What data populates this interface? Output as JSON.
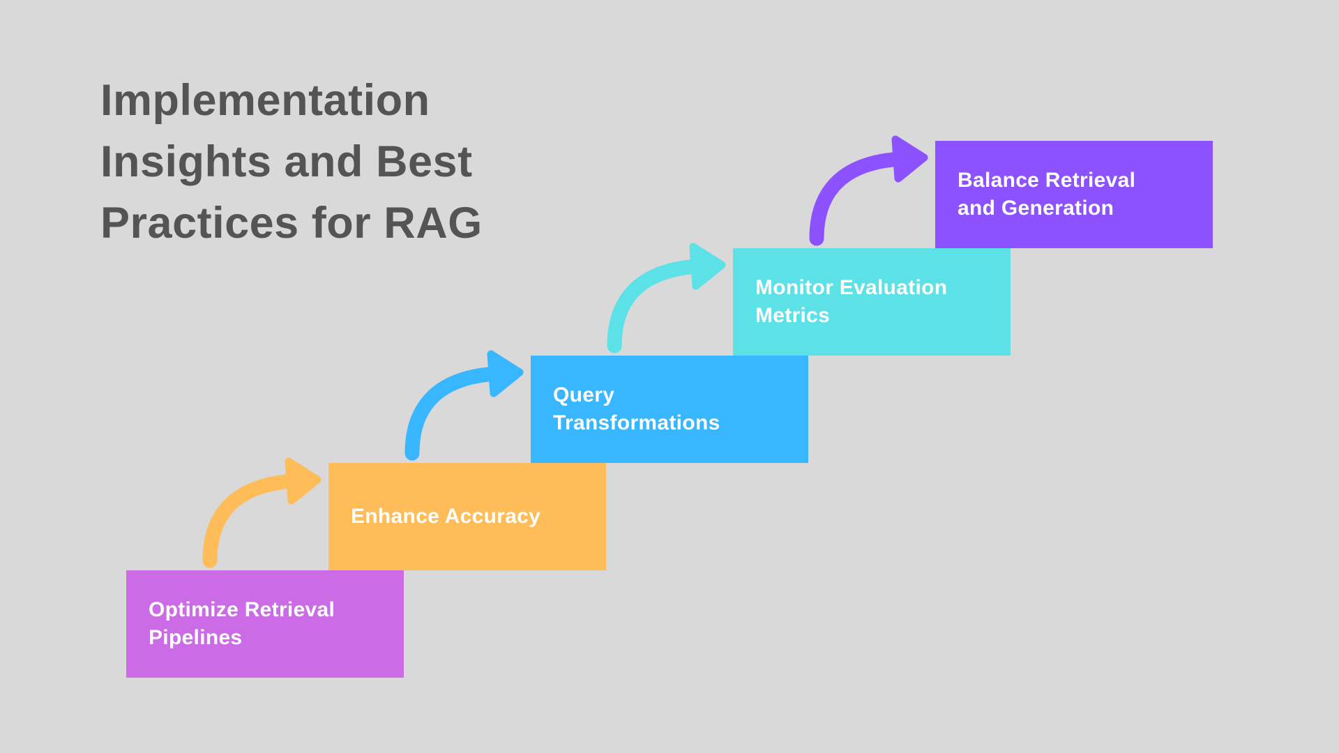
{
  "background_color": "#D9D9D9",
  "title": {
    "text": "Implementation\nInsights and Best\nPractices for RAG",
    "color": "#545454"
  },
  "label_text_color": "#FFFFFF",
  "steps": [
    {
      "label": "Optimize Retrieval\nPipelines",
      "color": "#CB6CE6"
    },
    {
      "label": "Enhance Accuracy",
      "color": "#FFBD59"
    },
    {
      "label": "Query\nTransformations",
      "color": "#38B6FF"
    },
    {
      "label": "Monitor Evaluation\nMetrics",
      "color": "#5CE1E6"
    },
    {
      "label": "Balance Retrieval\nand Generation",
      "color": "#8C52FF"
    }
  ],
  "arrows": [
    {
      "icon": "curved-up-right-arrow",
      "color": "#FFBD59"
    },
    {
      "icon": "curved-up-right-arrow",
      "color": "#38B6FF"
    },
    {
      "icon": "curved-up-right-arrow",
      "color": "#5CE1E6"
    },
    {
      "icon": "curved-up-right-arrow",
      "color": "#8C52FF"
    }
  ]
}
